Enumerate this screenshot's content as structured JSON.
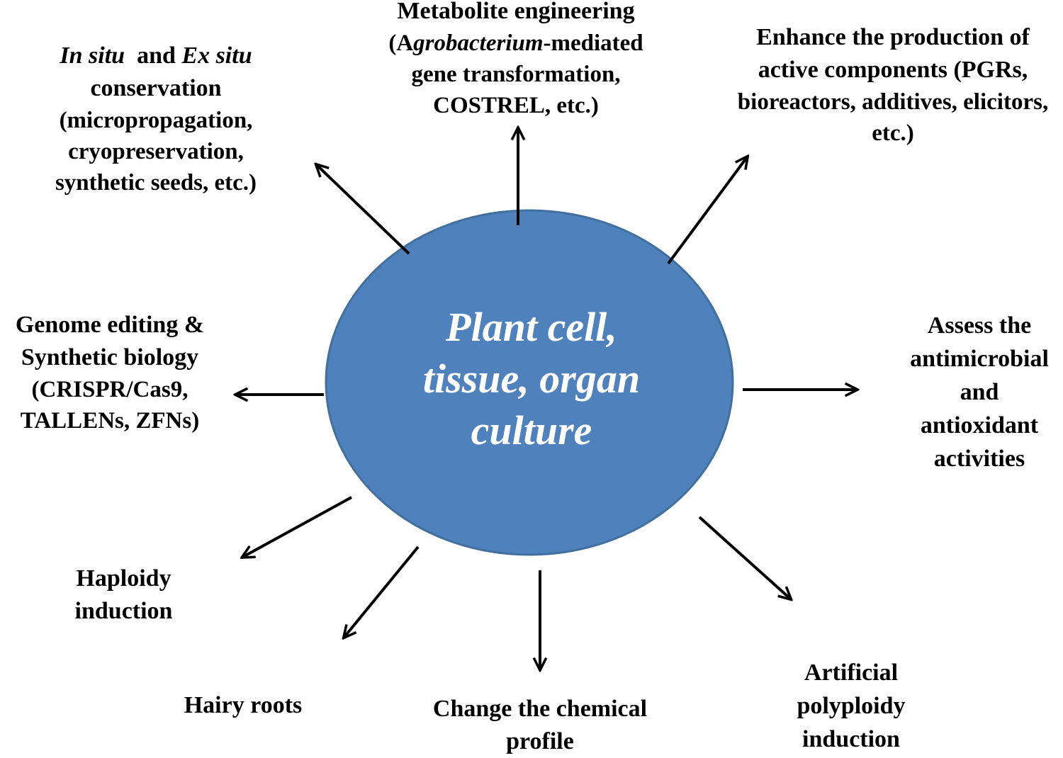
{
  "center": {
    "lines": [
      "Plant cell,",
      "tissue, organ",
      "culture"
    ],
    "fill": "#4f81bd",
    "stroke": "#41709f"
  },
  "nodes": {
    "conservation": {
      "line1_a": "In situ",
      "line1_b": "and",
      "line1_c": "Ex situ",
      "lines": [
        "conservation",
        "(micropropagation,",
        "cryopreservation,",
        "synthetic seeds, etc.)"
      ]
    },
    "metabolite": {
      "line1": "Metabolite engineering",
      "line2_a": "(A",
      "line2_b": "grobacterium",
      "line2_c": "-mediated",
      "lines": [
        "gene transformation,",
        "COSTREL, etc.)"
      ]
    },
    "enhance": {
      "lines": [
        "Enhance the production of",
        "active components (PGRs,",
        "bioreactors, additives, elicitors,",
        "etc.)"
      ]
    },
    "genome": {
      "lines": [
        "Genome editing &",
        "Synthetic biology",
        "(CRISPR/Cas9,",
        "TALLENs, ZFNs)"
      ]
    },
    "assess": {
      "lines": [
        "Assess the",
        "antimicrobial",
        "and",
        "antioxidant",
        "activities"
      ]
    },
    "haploidy": {
      "lines": [
        "Haploidy",
        "induction"
      ]
    },
    "hairy": {
      "lines": [
        "Hairy roots"
      ]
    },
    "chemical": {
      "lines": [
        "Change the chemical",
        "profile"
      ]
    },
    "polyploidy": {
      "lines": [
        "Artificial",
        "polyploidy",
        "induction"
      ]
    }
  }
}
